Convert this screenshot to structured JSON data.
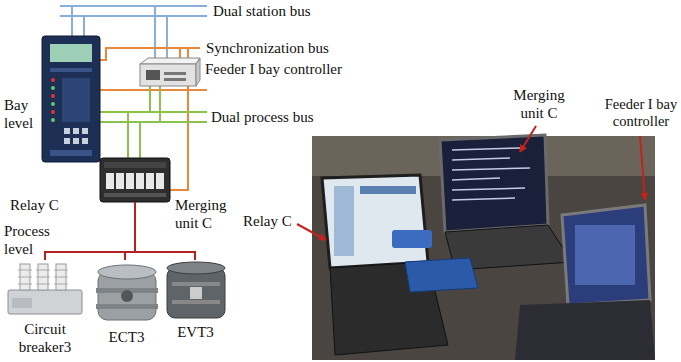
{
  "diagram": {
    "nodes": [
      {
        "text": [
          "Relay C"
        ]
      },
      {
        "text": [
          "Feeder I bay controller"
        ]
      },
      {
        "text": [
          "Merging unit C"
        ]
      },
      {
        "text": [
          "Circuit breaker3"
        ]
      },
      {
        "text": [
          "ECT3"
        ]
      },
      {
        "text": [
          "EVT3"
        ]
      }
    ],
    "edges": [
      {
        "from": 2,
        "to": 3,
        "arrow": "none"
      },
      {
        "from": 2,
        "to": 4,
        "arrow": "none"
      },
      {
        "from": 2,
        "to": 5,
        "arrow": "none"
      }
    ],
    "labels": [
      "Dual station bus",
      "Synchronization bus",
      "Bay level",
      "Dual process bus",
      "Process level",
      "Merging unit C",
      "Feeder I bay controller",
      "Relay C"
    ]
  }
}
